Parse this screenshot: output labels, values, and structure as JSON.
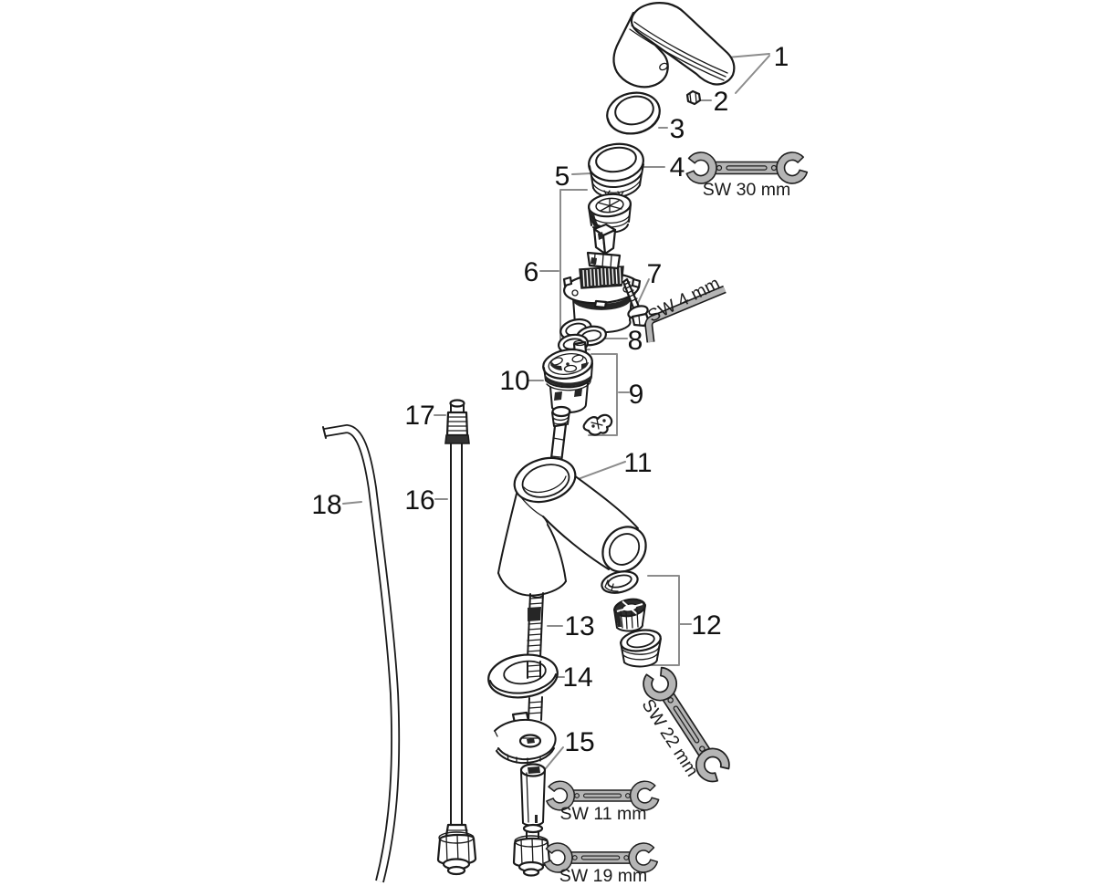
{
  "figure": {
    "kind": "exploded-parts-diagram",
    "background": "#ffffff"
  },
  "colors": {
    "line": "#1a1a1a",
    "leader": "#8c8c8c",
    "tool_fill": "#b5b5b5",
    "label": "#111111"
  },
  "part_labels": [
    "1",
    "2",
    "3",
    "4",
    "5",
    "6",
    "7",
    "8",
    "9",
    "10",
    "11",
    "12",
    "13",
    "14",
    "15",
    "16",
    "17",
    "18"
  ],
  "tools": [
    {
      "name": "open-end-wrench",
      "label": "SW 30 mm"
    },
    {
      "name": "hex-key",
      "label": "SW 4 mm"
    },
    {
      "name": "open-end-wrench",
      "label": "SW 22 mm"
    },
    {
      "name": "open-end-wrench",
      "label": "SW 11 mm"
    },
    {
      "name": "open-end-wrench",
      "label": "SW 19 mm"
    }
  ]
}
